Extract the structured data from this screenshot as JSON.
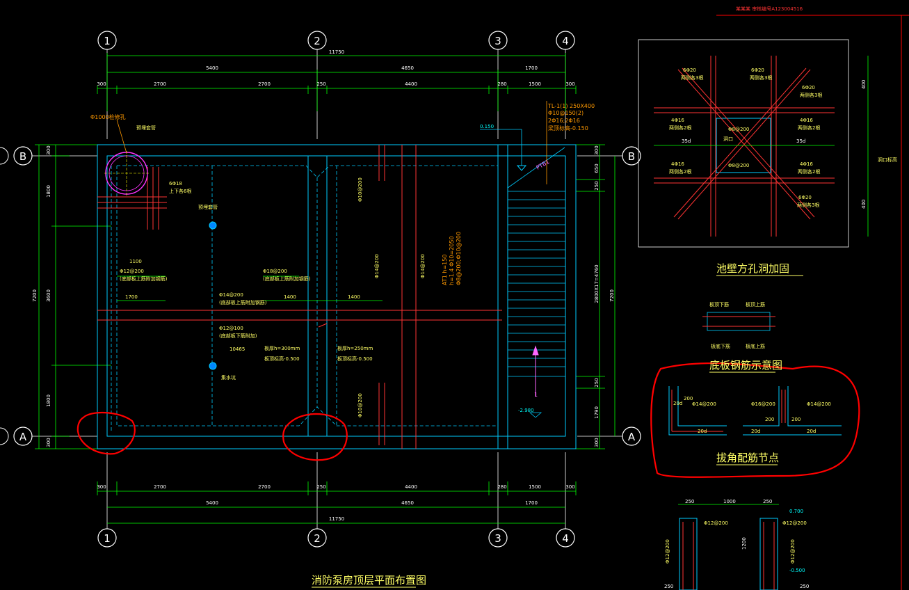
{
  "header": {
    "stamp": "某某某 审核编号A123004516"
  },
  "grid": {
    "axes_num": [
      "1",
      "2",
      "3",
      "4"
    ],
    "axes_letter": [
      "A",
      "B"
    ]
  },
  "dims": {
    "overall": "11750",
    "top_mid": [
      "5400",
      "4650",
      "1700"
    ],
    "top_sub": [
      "300",
      "2700",
      "2700",
      "250",
      "4400",
      "280",
      "1500",
      "300"
    ],
    "left": [
      "300",
      "1800",
      "3600",
      "1800",
      "300"
    ],
    "left_total": "7200",
    "right": [
      "300",
      "650",
      "250",
      "2800X17=4760",
      "250",
      "1790",
      "300"
    ],
    "right_total": "7200",
    "bottom_sub": [
      "300",
      "2700",
      "2700",
      "250",
      "4400",
      "280",
      "1500",
      "300"
    ],
    "bottom_mid": [
      "5400",
      "4650",
      "1700"
    ],
    "overall_bottom": "11750"
  },
  "plan_notes": {
    "beam": "TL-1(1) 250X400",
    "beam_stirrup": "Φ10@150(2)",
    "beam_bars": "2Φ16;2Φ16",
    "beam_elev": "梁顶标高-0.150",
    "elev_top": "0.150",
    "hole_label": "Φ1000检修孔",
    "rebar_top_left": "6Φ18",
    "rebar_top_left_note": "上下各6根",
    "pt_label": "PTB1",
    "slab_top_left": "Φ12@200",
    "slab_top_left_note": "(底部板上筋附加钢筋)",
    "len_1700a": "1700",
    "len_1100": "1100",
    "slab_mid": "Φ18@200",
    "slab_mid_note": "(底部板上筋附加钢筋)",
    "len_1400a": "1400",
    "len_1400b": "1400",
    "slab_c1": "Φ14@200",
    "slab_c1_note": "(底部板上筋附加钢筋)",
    "slab_c2": "Φ12@100",
    "slab_c2_note": "(底部板下筋附加)",
    "len_10465": "10465",
    "thk_left": "板厚h=300mm",
    "elev_left": "板顶标高-0.500",
    "thk_right": "板厚h=250mm",
    "elev_right": "板顶标高-0.500",
    "v_rebar1": "Φ10@200",
    "v_rebar2": "Φ14@200",
    "v_rebar3": "Φ14@200",
    "v_rebar4": "Φ10@200",
    "stair": "AT1 h=150",
    "stair_b": "h=1.4 Φ10=2050",
    "stair_c": "Φ8@200;Φ10@200",
    "elev_bottom": "-2.980",
    "pipe_label": "预埋套管",
    "sump_label": "集水坑",
    "step_num": "1"
  },
  "detail_hole": {
    "title": "池壁方孔洞加固",
    "labels": [
      "6Φ20",
      "6Φ20",
      "6Φ20",
      "6Φ20",
      "4Φ16",
      "4Φ16",
      "4Φ16",
      "4Φ16"
    ],
    "sub_labels": [
      "两侧各3根",
      "两侧各3根",
      "两侧各3根",
      "两侧各3根",
      "两侧各2根",
      "两侧各2根",
      "两侧各2根",
      "两侧各2根"
    ],
    "center_labels": [
      "Φ8@200",
      "Φ8@200"
    ],
    "side_dims": [
      "35d",
      "35d"
    ],
    "right_dims": [
      "400",
      "400"
    ],
    "hole_text": "洞口",
    "right_label": "洞口标高"
  },
  "detail_slab": {
    "title": "底板钢筋示意图",
    "labels": [
      "板顶下筋",
      "板顶上筋",
      "板底下筋",
      "板底上筋"
    ]
  },
  "detail_corner": {
    "title": "拔角配筋节点",
    "labels_left": [
      "Φ14@200",
      "20d",
      "20d",
      "200"
    ],
    "labels_right": [
      "Φ16@200",
      "Φ14@200",
      "20d",
      "20d",
      "200",
      "200"
    ]
  },
  "detail_pit": {
    "dims_top": [
      "250",
      "1000",
      "250"
    ],
    "labels": [
      "Φ12@200",
      "Φ12@200",
      "Φ12@200",
      "Φ12@200"
    ],
    "elev_top": "0.700",
    "elev_low": "-0.500",
    "side_dim": "1200",
    "bottom_dims": [
      "250",
      "250"
    ]
  },
  "main_title": "消防泵房顶层平面布置图",
  "colors": {
    "background": "#000000",
    "wall": "#00ccff",
    "dim_line": "#00ff00",
    "rebar": "#ff3333",
    "grid_line": "#ffffff",
    "annotation": "#ffff66",
    "highlight_circle": "#ff0000"
  }
}
